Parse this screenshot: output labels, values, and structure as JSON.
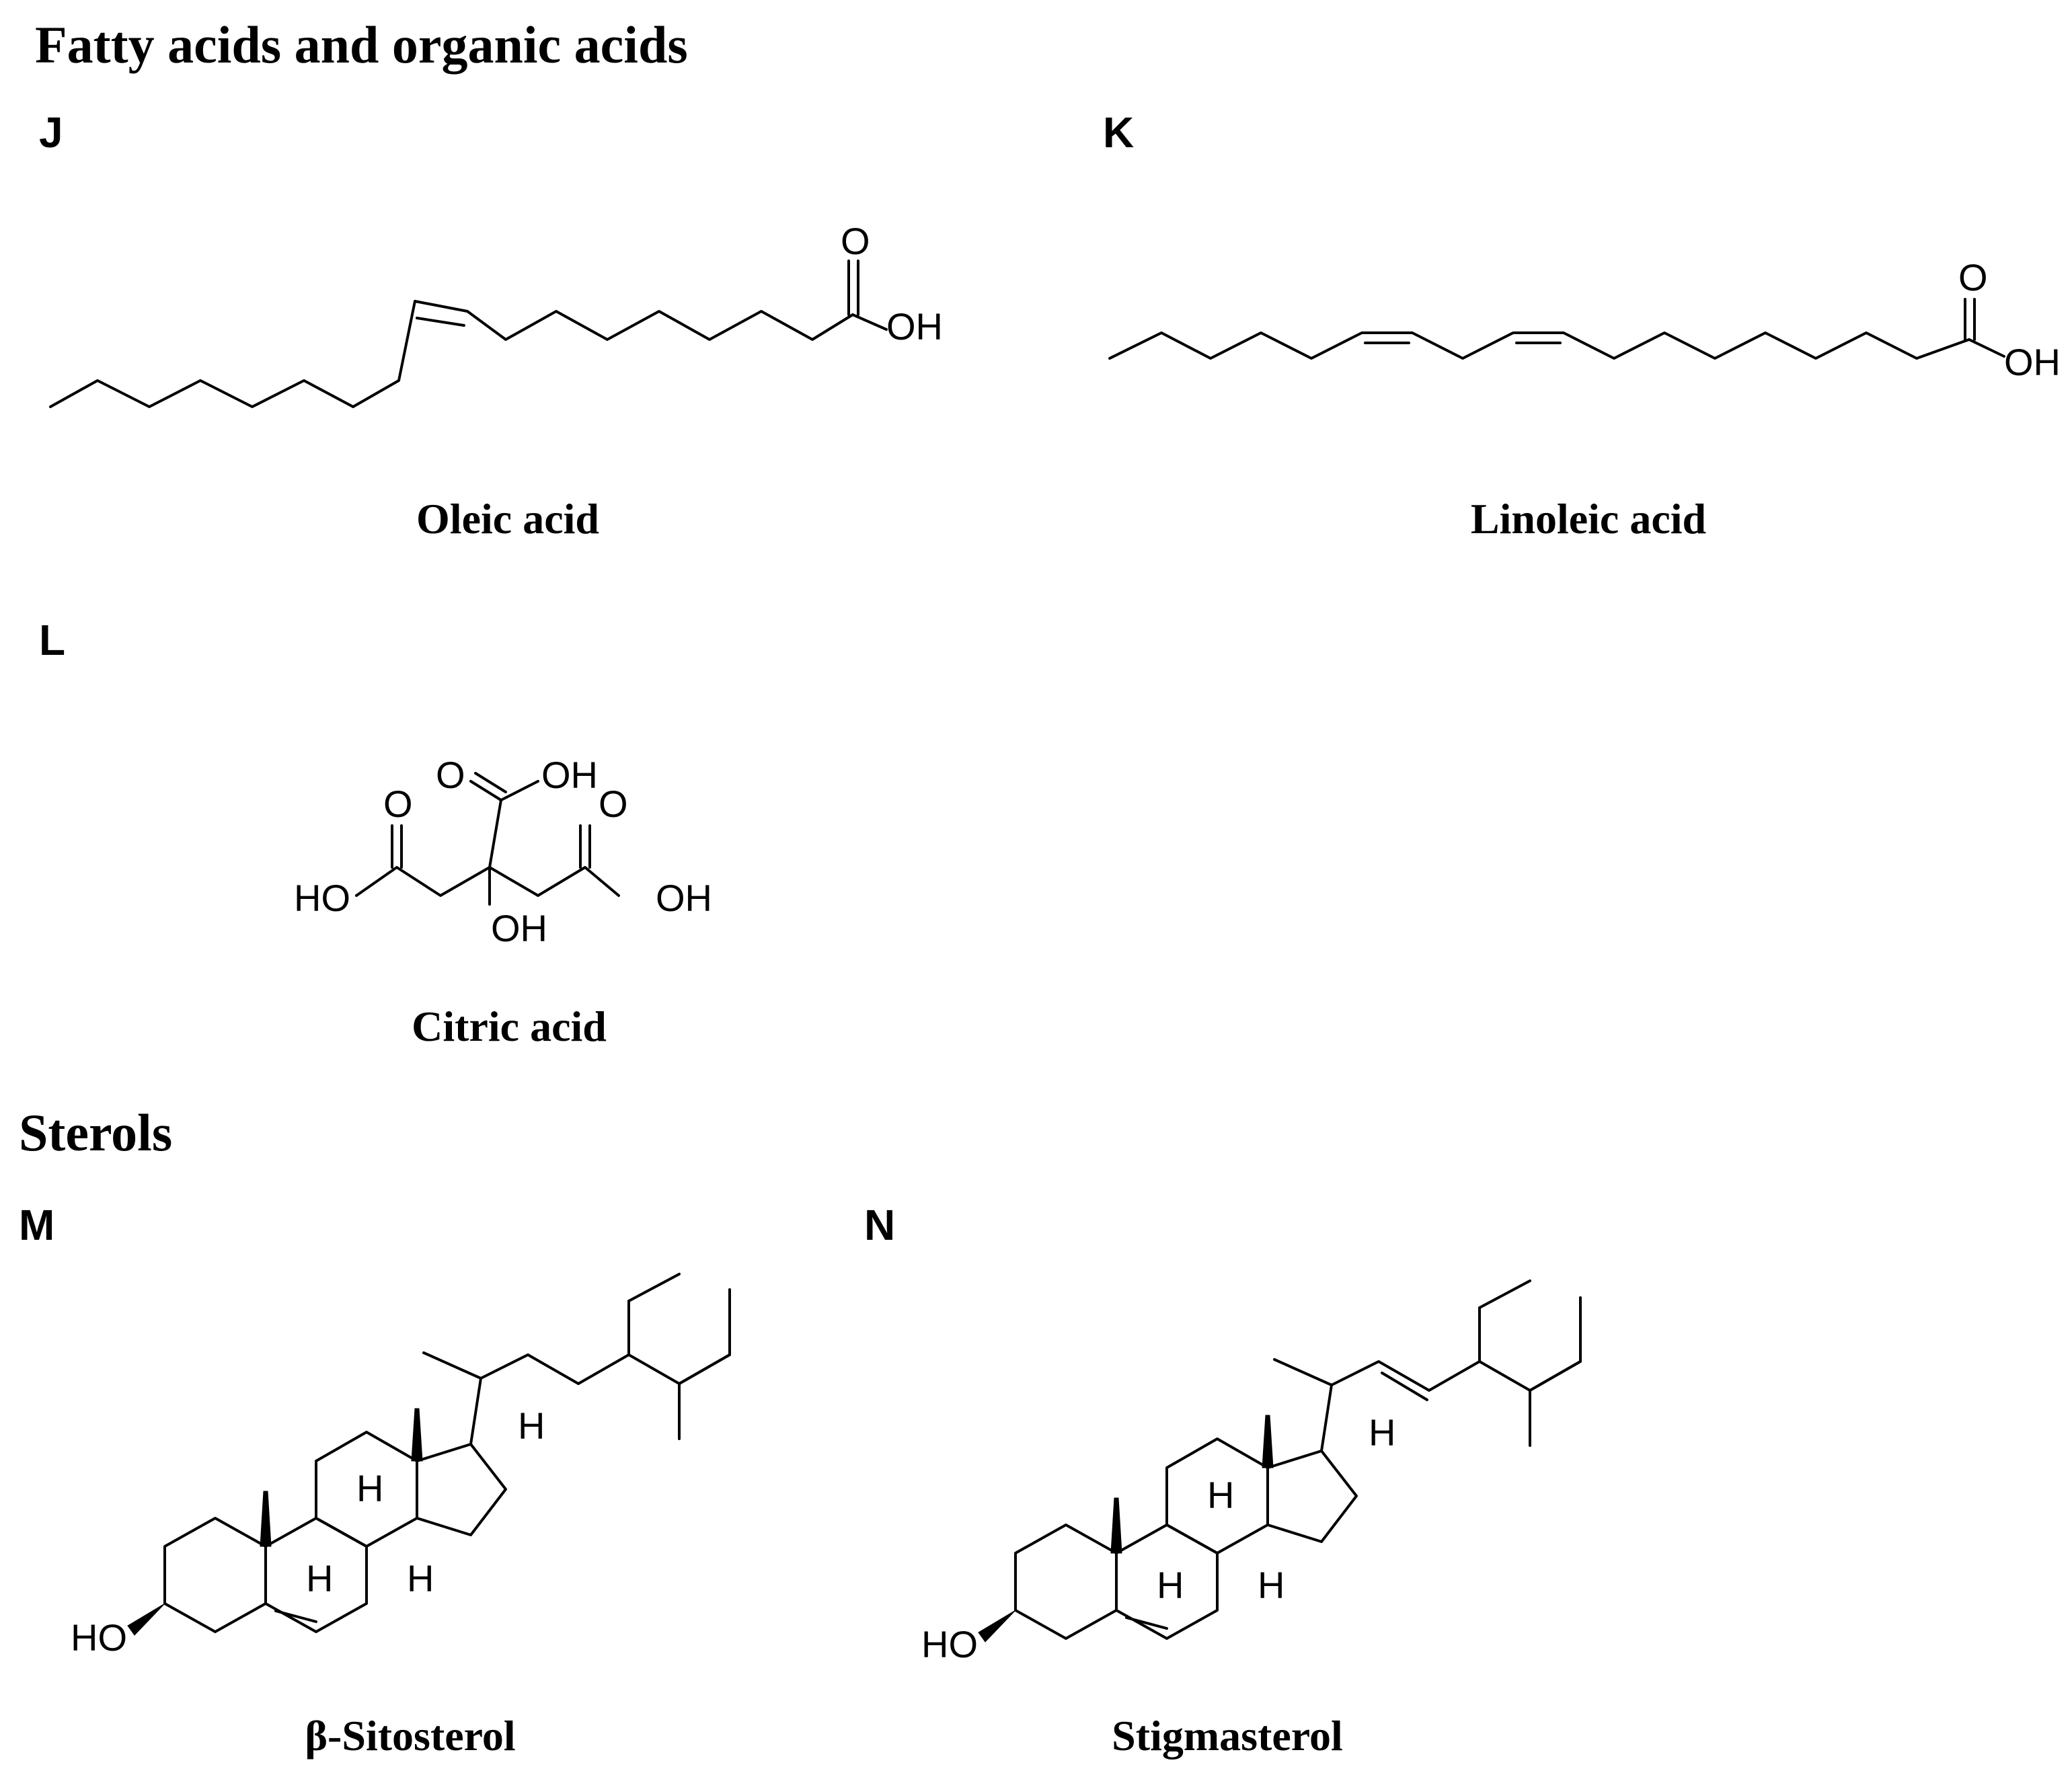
{
  "sections": {
    "fatty": "Fatty acids and organic acids",
    "sterols": "Sterols"
  },
  "panels": {
    "J": {
      "letter": "J",
      "caption": "Oleic acid",
      "atoms": {
        "o": "O",
        "oh": "OH"
      }
    },
    "K": {
      "letter": "K",
      "caption": "Linoleic acid",
      "atoms": {
        "o": "O",
        "oh": "OH"
      }
    },
    "L": {
      "letter": "L",
      "caption": "Citric acid",
      "atoms": {
        "o1": "O",
        "o2": "O",
        "o3": "O",
        "oh_top": "OH",
        "oh_left": "HO",
        "oh_right": "OH",
        "oh_center": "OH"
      }
    },
    "M": {
      "letter": "M",
      "caption": "β-Sitosterol",
      "atoms": {
        "ho": "HO",
        "h9": "H",
        "h8": "H",
        "h14": "H",
        "h17": "H"
      }
    },
    "N": {
      "letter": "N",
      "caption": "Stigmasterol",
      "atoms": {
        "ho": "HO",
        "h9": "H",
        "h8": "H",
        "h14": "H",
        "h17": "H"
      }
    }
  }
}
